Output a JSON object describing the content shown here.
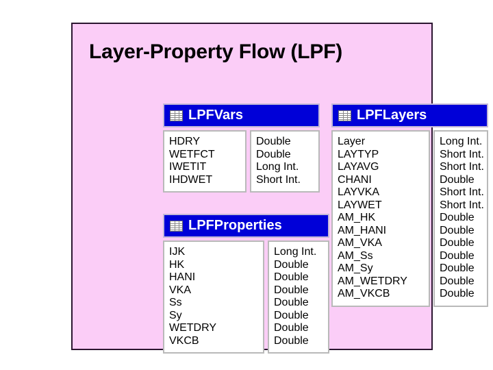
{
  "page_title": "Layer-Property Flow (LPF)",
  "colors": {
    "panel_background": "#fbcdf7",
    "panel_border": "#2b1530",
    "header_background": "#0000d8",
    "header_text": "#ffffff",
    "table_border": "#b9b9b9",
    "table_background": "#ffffff",
    "text": "#000000"
  },
  "entities": {
    "lpfvars": {
      "title": "LPFVars",
      "icon": "table-grid-icon",
      "fields": [
        {
          "name": "HDRY",
          "type": "Double"
        },
        {
          "name": "WETFCT",
          "type": "Double"
        },
        {
          "name": "IWETIT",
          "type": "Long Int."
        },
        {
          "name": "IHDWET",
          "type": "Short Int."
        }
      ]
    },
    "lpfproperties": {
      "title": "LPFProperties",
      "icon": "table-grid-icon",
      "fields": [
        {
          "name": "IJK",
          "type": "Long Int."
        },
        {
          "name": "HK",
          "type": "Double"
        },
        {
          "name": "HANI",
          "type": "Double"
        },
        {
          "name": "VKA",
          "type": "Double"
        },
        {
          "name": "Ss",
          "type": "Double"
        },
        {
          "name": "Sy",
          "type": "Double"
        },
        {
          "name": "WETDRY",
          "type": "Double"
        },
        {
          "name": "VKCB",
          "type": "Double"
        }
      ]
    },
    "lpflayers": {
      "title": "LPFLayers",
      "icon": "table-grid-icon",
      "fields": [
        {
          "name": "Layer",
          "type": "Long Int."
        },
        {
          "name": "LAYTYP",
          "type": "Short Int."
        },
        {
          "name": "LAYAVG",
          "type": "Short Int."
        },
        {
          "name": "CHANI",
          "type": "Double"
        },
        {
          "name": "LAYVKA",
          "type": "Short Int."
        },
        {
          "name": "LAYWET",
          "type": "Short Int."
        },
        {
          "name": "AM_HK",
          "type": "Double"
        },
        {
          "name": "AM_HANI",
          "type": "Double"
        },
        {
          "name": "AM_VKA",
          "type": "Double"
        },
        {
          "name": "AM_Ss",
          "type": "Double"
        },
        {
          "name": "AM_Sy",
          "type": "Double"
        },
        {
          "name": "AM_WETDRY",
          "type": "Double"
        },
        {
          "name": "AM_VKCB",
          "type": "Double"
        }
      ]
    }
  }
}
